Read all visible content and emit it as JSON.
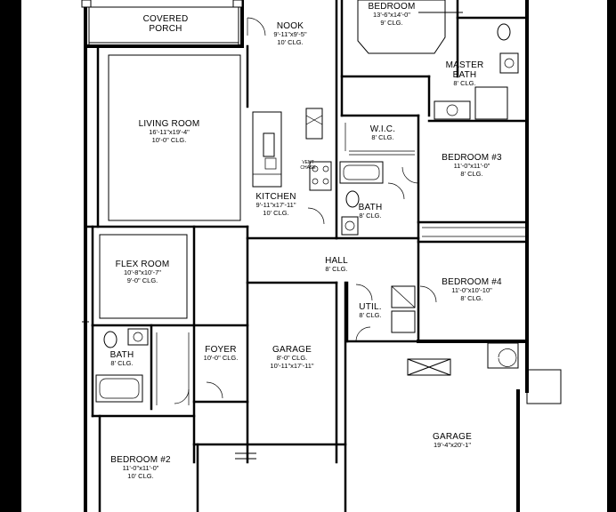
{
  "rooms": [
    {
      "id": "covered-porch",
      "name": "COVERED\nPORCH",
      "dims": "",
      "ceiling": ""
    },
    {
      "id": "living-room",
      "name": "LIVING ROOM",
      "dims": "16'-11\"x19'-4\"",
      "ceiling": "10'-0\" CLG."
    },
    {
      "id": "nook",
      "name": "NOOK",
      "dims": "9'-11\"x9'-5\"",
      "ceiling": "10' CLG."
    },
    {
      "id": "master-bedroom",
      "name": "BEDROOM",
      "dims": "13'-6\"x14'-0\"",
      "ceiling": "9' CLG."
    },
    {
      "id": "master-bath",
      "name": "MASTER\nBATH",
      "dims": "",
      "ceiling": "8' CLG."
    },
    {
      "id": "wic",
      "name": "W.I.C.",
      "dims": "",
      "ceiling": "8' CLG."
    },
    {
      "id": "bedroom-3",
      "name": "BEDROOM #3",
      "dims": "11'-0\"x11'-0\"",
      "ceiling": "8' CLG."
    },
    {
      "id": "kitchen",
      "name": "KITCHEN",
      "dims": "9'-11\"x17'-11\"",
      "ceiling": "10' CLG."
    },
    {
      "id": "bath-center",
      "name": "BATH",
      "dims": "",
      "ceiling": "8' CLG."
    },
    {
      "id": "flex-room",
      "name": "FLEX ROOM",
      "dims": "10'-8\"x10'-7\"",
      "ceiling": "9'-0\" CLG."
    },
    {
      "id": "hall",
      "name": "HALL",
      "dims": "",
      "ceiling": "8' CLG."
    },
    {
      "id": "bedroom-4",
      "name": "BEDROOM #4",
      "dims": "11'-0\"x10'-10\"",
      "ceiling": "8' CLG."
    },
    {
      "id": "util",
      "name": "UTIL.",
      "dims": "",
      "ceiling": "8' CLG."
    },
    {
      "id": "bath-left",
      "name": "BATH",
      "dims": "",
      "ceiling": "8' CLG."
    },
    {
      "id": "foyer",
      "name": "FOYER",
      "dims": "",
      "ceiling": "10'-0\" CLG."
    },
    {
      "id": "garage-small",
      "name": "GARAGE",
      "dims": "8'-0\" CLG.",
      "ceiling": "10'-11\"x17'-11\""
    },
    {
      "id": "garage-large",
      "name": "GARAGE",
      "dims": "19'-4\"x20'-1\"",
      "ceiling": ""
    },
    {
      "id": "bedroom-2",
      "name": "BEDROOM #2",
      "dims": "11'-0\"x11'-0\"",
      "ceiling": "10' CLG."
    }
  ],
  "annotations": {
    "vent_chase": "VENT\nCHASE"
  }
}
